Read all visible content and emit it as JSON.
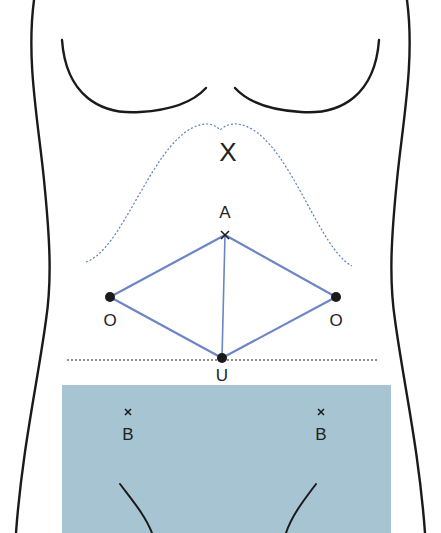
{
  "diagram": {
    "labels": [
      "X",
      "A",
      "O",
      "O",
      "U",
      "B",
      "B"
    ]
  }
}
